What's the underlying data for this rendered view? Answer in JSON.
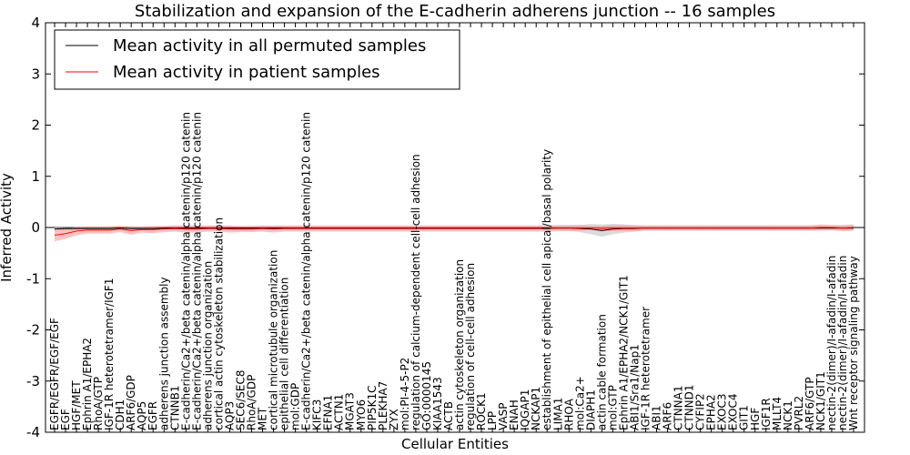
{
  "chart_data": {
    "type": "line",
    "title": "Stabilization and expansion of the E-cadherin adherens junction -- 16 samples",
    "xlabel": "Cellular Entities",
    "ylabel": "Inferred Activity",
    "ylim": [
      -4,
      4
    ],
    "yticks": [
      -4,
      -3,
      -2,
      -1,
      0,
      1,
      2,
      3,
      4
    ],
    "grid": false,
    "legend_position": "top-left",
    "categories": [
      "EGFR/EGFR/EGF/EGF",
      "EGF",
      "HGF/MET",
      "Ephrin A1/EPHA2",
      "RhoA/GTP",
      "IGF-1R heterotetramer/IGF1",
      "CDH1",
      "ARF6/GDP",
      "AQP5",
      "EGFR",
      "adherens junction assembly",
      "CTNNB1",
      "E-cadherin/Ca2+/beta catenin/alpha catenin/p120 catenin",
      "E-cadherin/Ca2+/beta catenin/alpha catenin/p120 catenin",
      "adherens junction organization",
      "cortical actin cytoskeleton stabilization",
      "AQP3",
      "SEC6/SEC8",
      "RhoA/GDP",
      "MET",
      "cortical microtubule organization",
      "epithelial cell differentiation",
      "mol:GDP",
      "E-cadherin/Ca2+/beta catenin/alpha catenin/p120 catenin",
      "KIFC3",
      "EFNA1",
      "ACTN1",
      "MGAT3",
      "MYO6",
      "PIP5K1C",
      "PLEKHA7",
      "ZYX",
      "mol:PI-4-5-P2",
      "regulation of calcium-dependent cell-cell adhesion",
      "GO:0000145",
      "KIAA1543",
      "ACTB",
      "actin cytoskeleton organization",
      "regulation of cell-cell adhesion",
      "ROCK1",
      "LPP",
      "VASP",
      "ENAH",
      "IQGAP1",
      "NCKAP1",
      "establishment of epithelial cell apical/basal polarity",
      "LIMA1",
      "RHOA",
      "mol:Ca2+",
      "DIAPH1",
      "actin cable formation",
      "mol:GTP",
      "Ephrin A1/EPHA2/NCK1/GIT1",
      "ABI1/Sra1/Nap1",
      "IGF-1R heterotetramer",
      "ABI1",
      "ARF6",
      "CTNNA1",
      "CTNND1",
      "CYFIP2",
      "EPHA2",
      "EXOC3",
      "EXOC4",
      "GIT1",
      "HGF",
      "IGF1R",
      "MLLT4",
      "NCK1",
      "PVRL2",
      "ARF6/GTP",
      "NCK1/GIT1",
      "nectin-2(dimer)/I-afadin/I-afadin",
      "nectin-2(dimer)/I-afadin/I-afadin",
      "Wnt receptor signaling pathway"
    ],
    "series": [
      {
        "name": "Mean activity in all permuted samples",
        "color": "#000000",
        "band_color": "#bbbbbb",
        "values": [
          -0.03,
          -0.02,
          -0.02,
          -0.02,
          -0.02,
          -0.02,
          -0.01,
          -0.02,
          -0.02,
          -0.02,
          -0.01,
          -0.01,
          -0.01,
          -0.01,
          -0.01,
          -0.01,
          -0.01,
          -0.01,
          -0.01,
          -0.01,
          -0.01,
          -0.01,
          -0.01,
          -0.01,
          -0.01,
          -0.01,
          -0.01,
          -0.01,
          -0.01,
          -0.01,
          -0.01,
          -0.01,
          -0.01,
          -0.01,
          -0.01,
          -0.01,
          -0.01,
          -0.01,
          -0.01,
          -0.01,
          -0.01,
          -0.01,
          -0.01,
          -0.01,
          -0.01,
          -0.01,
          -0.01,
          -0.01,
          -0.02,
          -0.03,
          -0.06,
          -0.03,
          -0.02,
          -0.02,
          -0.01,
          -0.01,
          -0.01,
          -0.01,
          -0.01,
          -0.01,
          -0.01,
          -0.01,
          -0.01,
          -0.01,
          -0.01,
          -0.01,
          -0.01,
          -0.01,
          -0.01,
          -0.01,
          -0.01,
          -0.01,
          -0.01,
          -0.01
        ],
        "band": [
          0.05,
          0.04,
          0.04,
          0.04,
          0.04,
          0.04,
          0.04,
          0.04,
          0.04,
          0.04,
          0.04,
          0.04,
          0.04,
          0.04,
          0.04,
          0.04,
          0.04,
          0.04,
          0.04,
          0.04,
          0.04,
          0.04,
          0.04,
          0.04,
          0.04,
          0.04,
          0.04,
          0.04,
          0.04,
          0.04,
          0.04,
          0.04,
          0.04,
          0.04,
          0.04,
          0.04,
          0.04,
          0.04,
          0.04,
          0.04,
          0.04,
          0.04,
          0.04,
          0.04,
          0.04,
          0.04,
          0.04,
          0.05,
          0.07,
          0.1,
          0.12,
          0.1,
          0.08,
          0.06,
          0.05,
          0.05,
          0.05,
          0.05,
          0.05,
          0.05,
          0.05,
          0.05,
          0.05,
          0.05,
          0.05,
          0.05,
          0.05,
          0.05,
          0.05,
          0.05,
          0.05,
          0.05,
          0.05,
          0.05
        ]
      },
      {
        "name": "Mean activity in patient samples",
        "color": "#ff0000",
        "band_color": "#ff9a9a",
        "values": [
          -0.15,
          -0.12,
          -0.07,
          -0.05,
          -0.05,
          -0.05,
          -0.03,
          -0.06,
          -0.04,
          -0.04,
          -0.03,
          -0.02,
          -0.03,
          -0.03,
          -0.02,
          -0.02,
          -0.03,
          -0.03,
          -0.03,
          -0.02,
          -0.03,
          -0.02,
          -0.02,
          -0.02,
          -0.02,
          -0.02,
          -0.02,
          -0.02,
          -0.02,
          -0.02,
          -0.02,
          -0.02,
          -0.02,
          -0.02,
          -0.02,
          -0.02,
          -0.02,
          -0.02,
          -0.02,
          -0.02,
          -0.02,
          -0.02,
          -0.02,
          -0.02,
          -0.02,
          -0.02,
          -0.01,
          -0.01,
          -0.01,
          -0.01,
          -0.02,
          -0.01,
          -0.01,
          -0.01,
          -0.01,
          -0.01,
          -0.01,
          -0.01,
          -0.01,
          -0.01,
          -0.01,
          -0.01,
          -0.01,
          -0.01,
          -0.01,
          -0.01,
          -0.01,
          -0.01,
          -0.01,
          -0.01,
          0.0,
          0.0,
          -0.01,
          0.0
        ],
        "band": [
          0.12,
          0.1,
          0.08,
          0.07,
          0.07,
          0.07,
          0.06,
          0.08,
          0.06,
          0.07,
          0.06,
          0.06,
          0.07,
          0.07,
          0.06,
          0.06,
          0.07,
          0.06,
          0.06,
          0.06,
          0.07,
          0.06,
          0.06,
          0.06,
          0.06,
          0.06,
          0.06,
          0.06,
          0.06,
          0.06,
          0.06,
          0.06,
          0.06,
          0.06,
          0.06,
          0.06,
          0.06,
          0.06,
          0.06,
          0.06,
          0.06,
          0.06,
          0.06,
          0.06,
          0.06,
          0.06,
          0.06,
          0.06,
          0.06,
          0.04,
          0.05,
          0.06,
          0.06,
          0.06,
          0.05,
          0.05,
          0.05,
          0.05,
          0.05,
          0.05,
          0.05,
          0.05,
          0.05,
          0.05,
          0.05,
          0.05,
          0.05,
          0.05,
          0.05,
          0.05,
          0.06,
          0.05,
          0.06,
          0.06
        ]
      }
    ]
  }
}
